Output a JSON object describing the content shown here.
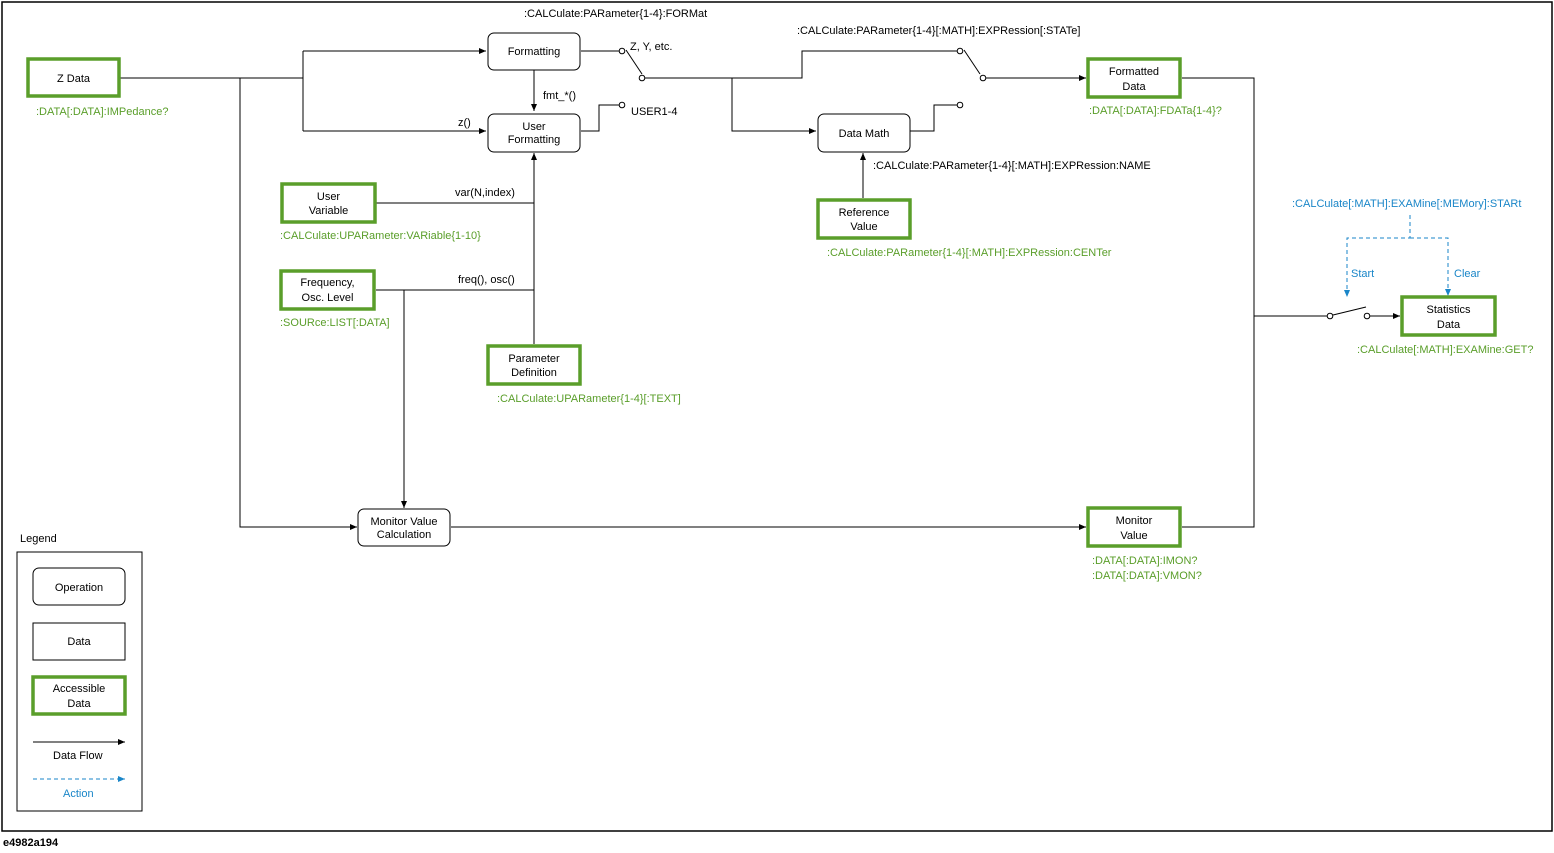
{
  "colors": {
    "accessible_border": "#5a9e2a",
    "command_green": "#5a9e2a",
    "action_blue": "#1a86c8"
  },
  "figure_id": "e4982a194",
  "nodes": {
    "z_data": "Z Data",
    "formatting": "Formatting",
    "user_formatting": [
      "User",
      "Formatting"
    ],
    "user_variable": [
      "User",
      "Variable"
    ],
    "freq_osc": [
      "Frequency,",
      "Osc. Level"
    ],
    "parameter_definition": [
      "Parameter",
      "Definition"
    ],
    "data_math": "Data Math",
    "reference_value": [
      "Reference",
      "Value"
    ],
    "formatted_data": [
      "Formatted",
      "Data"
    ],
    "monitor_calc": [
      "Monitor Value",
      "Calculation"
    ],
    "monitor_value": [
      "Monitor",
      "Value"
    ],
    "statistics_data": [
      "Statistics",
      "Data"
    ]
  },
  "labels": {
    "z_y_etc": "Z, Y, etc.",
    "fmt_func": "fmt_*()",
    "user1_4": "USER1-4",
    "z_func": "z()",
    "var_func": "var(N,index)",
    "freq_osc_func": "freq(), osc()",
    "start": "Start",
    "clear": "Clear"
  },
  "commands": {
    "impedance": ":DATA[:DATA]:IMPedance?",
    "format": ":CALCulate:PARameter{1-4}:FORMat",
    "expr_state": ":CALCulate:PARameter{1-4}[:MATH]:EXPRession[:STATe]",
    "fdata": ":DATA[:DATA]:FDATa{1-4}?",
    "expr_name": ":CALCulate:PARameter{1-4}[:MATH]:EXPRession:NAME",
    "uvariable": ":CALCulate:UPARameter:VARiable{1-10}",
    "expr_center": ":CALCulate:PARameter{1-4}[:MATH]:EXPRession:CENTer",
    "source_list": ":SOURce:LIST[:DATA]",
    "uparameter_text": ":CALCulate:UPARameter{1-4}[:TEXT]",
    "examine_start": ":CALCulate[:MATH]:EXAMine[:MEMory]:STARt",
    "examine_get": ":CALCulate[:MATH]:EXAMine:GET?",
    "imon": ":DATA[:DATA]:IMON?",
    "vmon": ":DATA[:DATA]:VMON?"
  },
  "legend": {
    "title": "Legend",
    "operation": "Operation",
    "data": "Data",
    "accessible_data": [
      "Accessible",
      "Data"
    ],
    "data_flow": "Data Flow",
    "action": "Action"
  }
}
